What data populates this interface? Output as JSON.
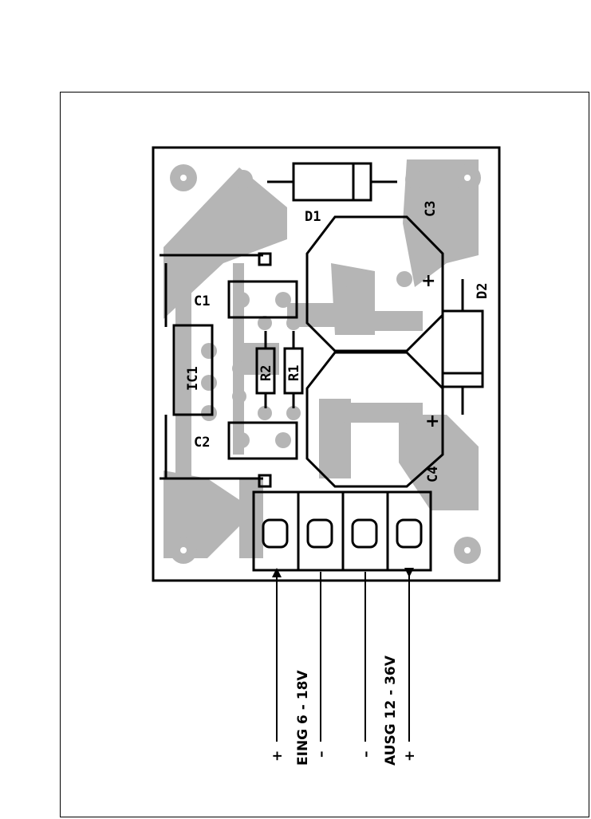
{
  "colors": {
    "copper": "#b5b5b5",
    "outline": "#000000",
    "background": "#ffffff"
  },
  "components": {
    "d1": "D1",
    "d2": "D2",
    "c1": "C1",
    "c2": "C2",
    "c3": "C3",
    "c4": "C4",
    "ic1": "IC1",
    "r1": "R1",
    "r2": "R2"
  },
  "polarity": {
    "c3_plus": "+",
    "c4_plus": "+"
  },
  "wires": {
    "input": {
      "label": "EING 6 - 18V",
      "plus": "+",
      "minus": "–"
    },
    "output": {
      "label": "AUSG 12 - 36V",
      "plus": "+",
      "minus": "–"
    }
  }
}
